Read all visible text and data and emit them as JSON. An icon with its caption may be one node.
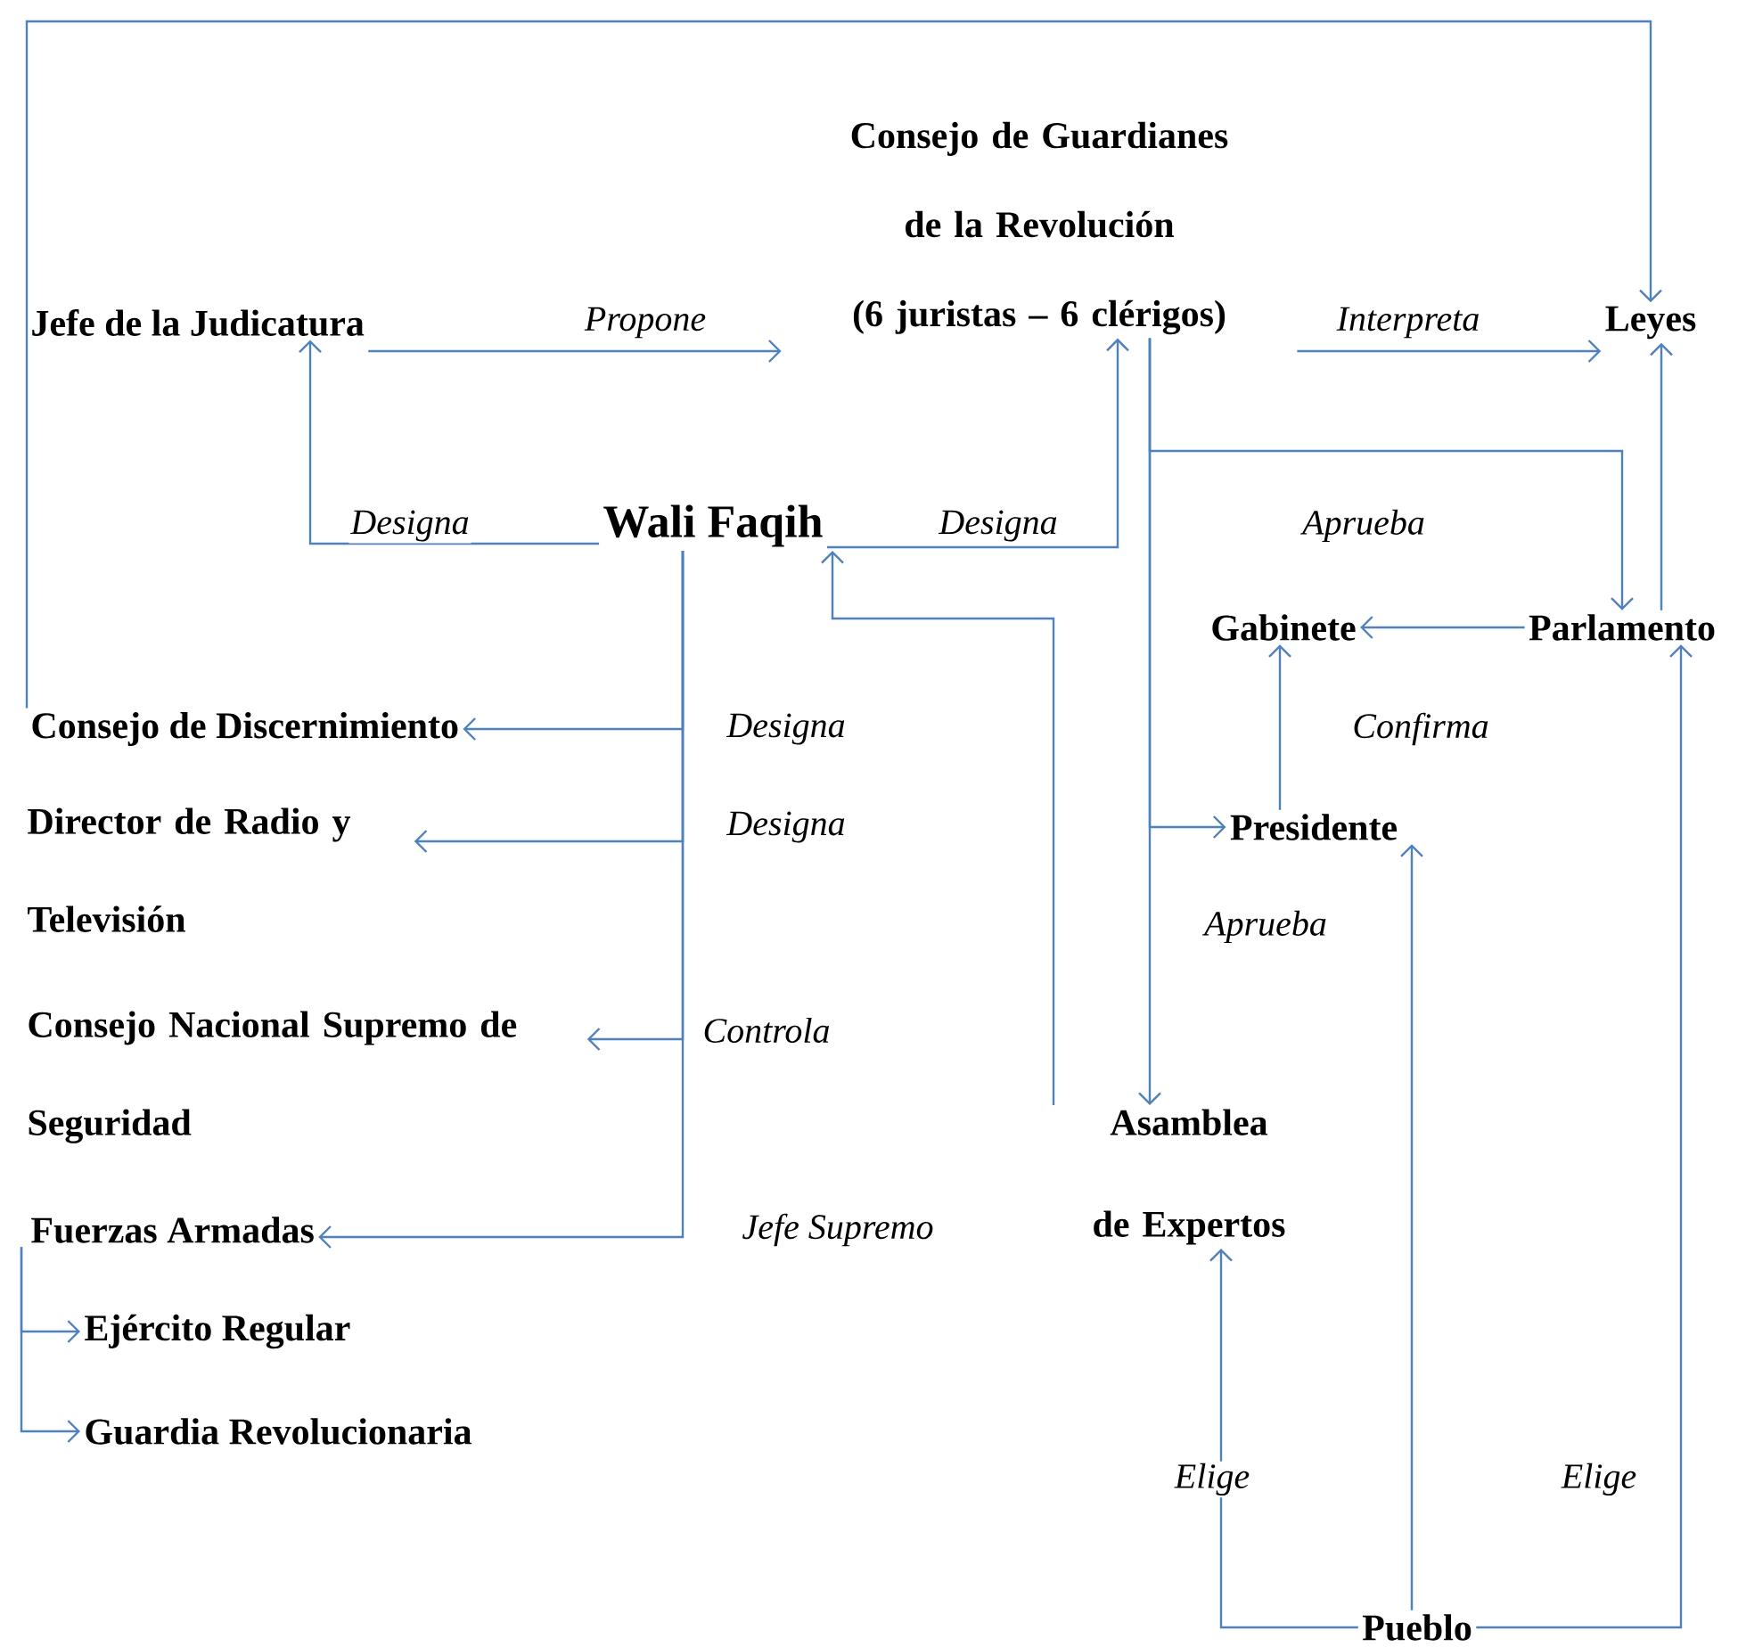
{
  "diagram": {
    "nodes": [
      {
        "text": [
          "Consejo de Guardianes de la Revolución",
          "(6 juristas – 6 clérigos)"
        ]
      },
      {
        "text": [
          "Jefe de la Judicatura"
        ]
      },
      {
        "text": [
          "Leyes"
        ]
      },
      {
        "text": [
          "Wali Faqih"
        ]
      },
      {
        "text": [
          "Gabinete"
        ]
      },
      {
        "text": [
          "Parlamento"
        ]
      },
      {
        "text": [
          "Consejo de Discernimiento"
        ]
      },
      {
        "text": [
          "Director de Radio y Televisión"
        ]
      },
      {
        "text": [
          "Presidente"
        ]
      },
      {
        "text": [
          "Consejo Nacional Supremo de Seguridad"
        ]
      },
      {
        "text": [
          "Asamblea de Expertos"
        ]
      },
      {
        "text": [
          "Fuerzas Armadas"
        ]
      },
      {
        "text": [
          "Ejército Regular"
        ]
      },
      {
        "text": [
          "Guardia Revolucionaria"
        ]
      },
      {
        "text": [
          "Pueblo"
        ]
      }
    ],
    "edges": [
      {
        "from": 6,
        "to": 2,
        "arrow": "to"
      },
      {
        "from": 1,
        "to": 0,
        "arrow": "to",
        "label": "Propone"
      },
      {
        "from": 0,
        "to": 2,
        "arrow": "to",
        "label": "Interpreta"
      },
      {
        "from": 3,
        "to": 1,
        "arrow": "to",
        "label": "Designa"
      },
      {
        "from": 3,
        "to": 0,
        "arrow": "to",
        "label": "Designa"
      },
      {
        "from": 0,
        "to": 5,
        "arrow": "to",
        "label": "Aprueba"
      },
      {
        "from": 0,
        "to": 8,
        "arrow": "to"
      },
      {
        "from": 0,
        "to": 10,
        "arrow": "to",
        "label": "Aprueba"
      },
      {
        "from": 10,
        "to": 3,
        "arrow": "to"
      },
      {
        "from": 5,
        "to": 4,
        "arrow": "to"
      },
      {
        "from": 5,
        "to": 2,
        "arrow": "to"
      },
      {
        "from": 8,
        "to": 4,
        "arrow": "to",
        "label": "Confirma"
      },
      {
        "from": 3,
        "to": 6,
        "arrow": "to",
        "label": "Designa"
      },
      {
        "from": 3,
        "to": 7,
        "arrow": "to",
        "label": "Designa"
      },
      {
        "from": 3,
        "to": 9,
        "arrow": "to",
        "label": "Controla"
      },
      {
        "from": 3,
        "to": 11,
        "arrow": "to",
        "label": "Jefe Supremo"
      },
      {
        "from": 11,
        "to": 12,
        "arrow": "to"
      },
      {
        "from": 11,
        "to": 13,
        "arrow": "to"
      },
      {
        "from": 14,
        "to": 10,
        "arrow": "to",
        "label": "Elige"
      },
      {
        "from": 14,
        "to": 8,
        "arrow": "to"
      },
      {
        "from": 14,
        "to": 5,
        "arrow": "to",
        "label": "Elige"
      }
    ]
  }
}
